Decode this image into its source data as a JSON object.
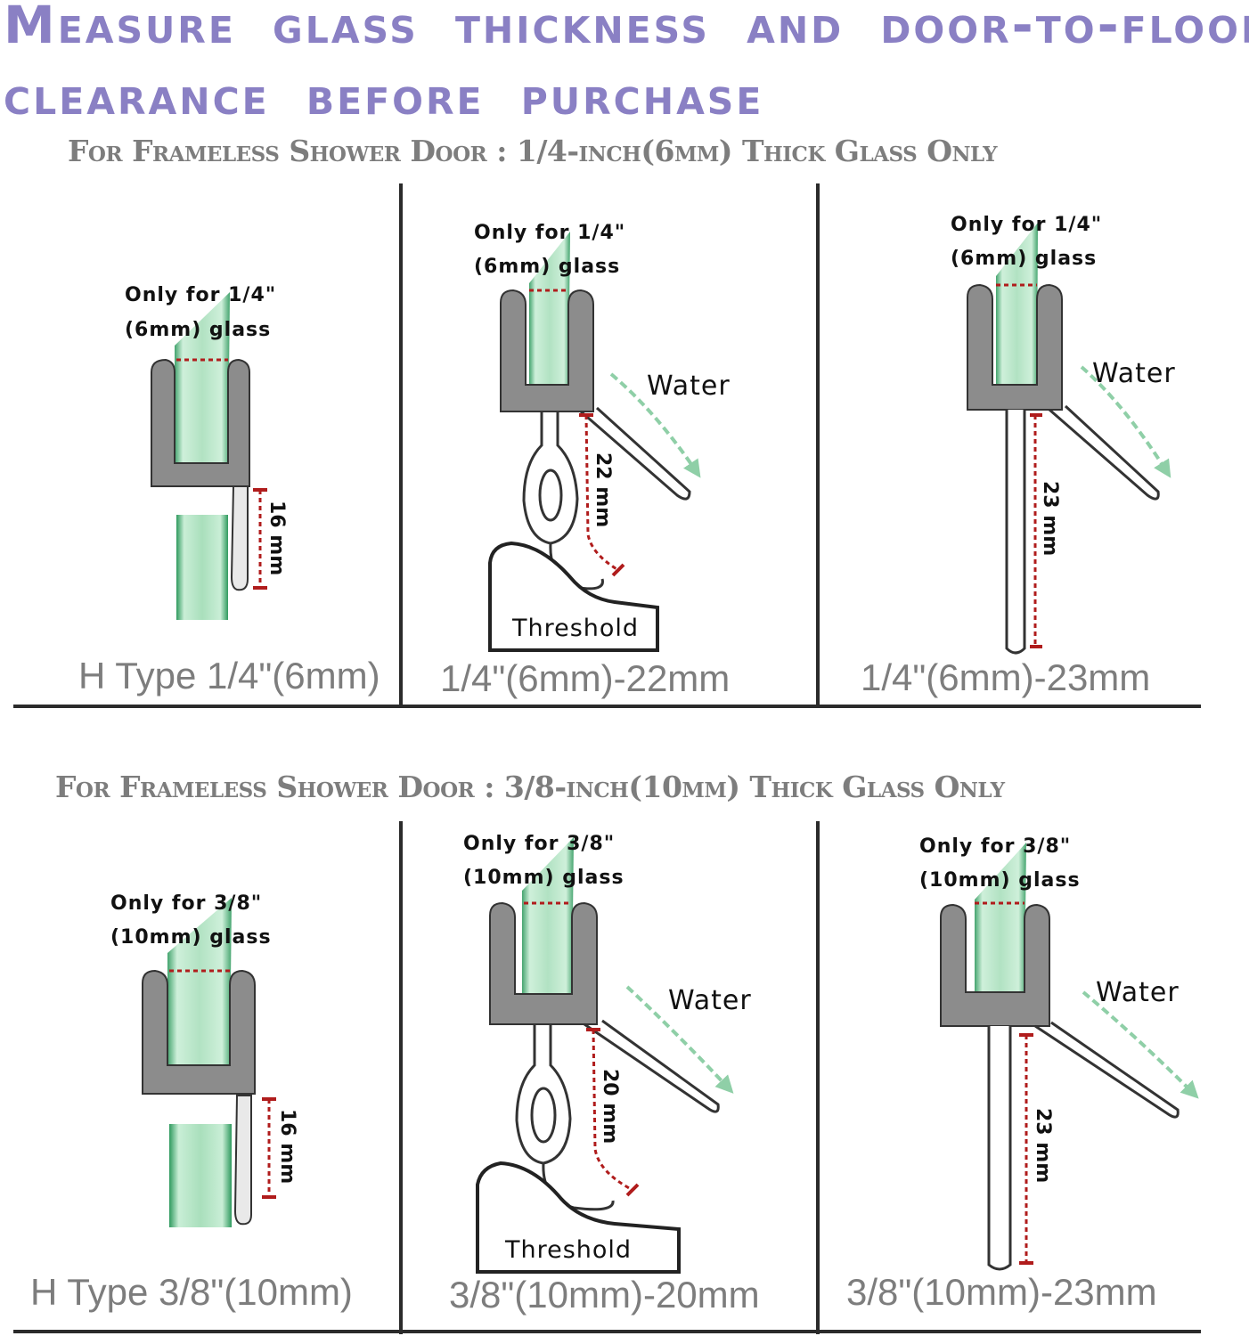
{
  "headline": {
    "line1": "Measure glass thickness and door-to-floor",
    "line2": "clearance before purchase"
  },
  "sections": [
    {
      "title": "For Frameless Shower Door : 1/4-inch(6mm) Thick Glass Only",
      "panels": [
        {
          "glass_line1": "Only for 1/4\"",
          "glass_line2": "(6mm) glass",
          "dimension": "16 mm",
          "caption": "H Type 1/4\"(6mm)"
        },
        {
          "glass_line1": "Only for 1/4\"",
          "glass_line2": "(6mm) glass",
          "water": "Water",
          "dimension": "22 mm",
          "threshold": "Threshold",
          "caption": "1/4\"(6mm)-22mm"
        },
        {
          "glass_line1": "Only for 1/4\"",
          "glass_line2": "(6mm) glass",
          "water": "Water",
          "dimension": "23 mm",
          "caption": "1/4\"(6mm)-23mm"
        }
      ]
    },
    {
      "title": "For Frameless Shower Door : 3/8-inch(10mm) Thick Glass Only",
      "panels": [
        {
          "glass_line1": "Only for 3/8\"",
          "glass_line2": "(10mm) glass",
          "dimension": "16 mm",
          "caption": "H Type 3/8\"(10mm)"
        },
        {
          "glass_line1": "Only for 3/8\"",
          "glass_line2": "(10mm) glass",
          "water": "Water",
          "dimension": "20 mm",
          "threshold": "Threshold",
          "caption": "3/8\"(10mm)-20mm"
        },
        {
          "glass_line1": "Only for 3/8\"",
          "glass_line2": "(10mm) glass",
          "water": "Water",
          "dimension": "23 mm",
          "caption": "3/8\"(10mm)-23mm"
        }
      ]
    }
  ],
  "colors": {
    "headline": "#8a80c4",
    "section_title": "#7d7d7d",
    "seal": "#8c8c8c",
    "glass": "#b7e4c7",
    "dimension": "#b01c1c",
    "water_arrow": "#8fcfa7",
    "divider": "#2b2b2b"
  },
  "icons": [
    "glass-pane-icon",
    "seal-profile-icon",
    "water-arrow-icon",
    "threshold-icon"
  ]
}
